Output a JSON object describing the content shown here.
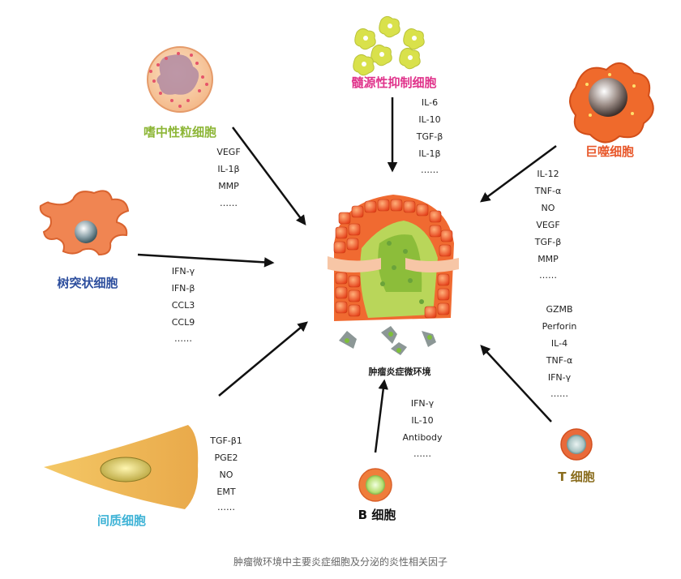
{
  "tumor": {
    "label": "肿瘤炎症微环境"
  },
  "caption": "肿瘤微环境中主要炎症细胞及分泌的炎性相关因子",
  "cells": {
    "neutrophil": {
      "label": "嗜中性粒细胞",
      "color": "#8db637",
      "factors": [
        "VEGF",
        "IL-1β",
        "MMP",
        "……"
      ]
    },
    "mdsc": {
      "label": "髓源性抑制细胞",
      "color": "#e0338b",
      "factors": [
        "IL-6",
        "IL-10",
        "TGF-β",
        "IL-1β",
        "……"
      ]
    },
    "macrophage": {
      "label": "巨噬细胞",
      "color": "#e8582b",
      "factors": [
        "IL-12",
        "TNF-α",
        "NO",
        "VEGF",
        "TGF-β",
        "MMP",
        "……"
      ]
    },
    "dendritic": {
      "label": "树突状细胞",
      "color": "#2e4f9e",
      "factors": [
        "IFN-γ",
        "IFN-β",
        "CCL3",
        "CCL9",
        "……"
      ]
    },
    "tcell": {
      "label": "T 细胞",
      "color": "#8a6d1e",
      "factors": [
        "GZMB",
        "Perforin",
        "IL-4",
        "TNF-α",
        "IFN-γ",
        "……"
      ]
    },
    "mesenchymal": {
      "label": "间质细胞",
      "color": "#3fb3d6",
      "factors": [
        "TGF-β1",
        "PGE2",
        "NO",
        "EMT",
        "……"
      ]
    },
    "bcell": {
      "label": "B 细胞",
      "color": "#111111",
      "factors": [
        "IFN-γ",
        "IL-10",
        "Antibody",
        "……"
      ]
    }
  }
}
